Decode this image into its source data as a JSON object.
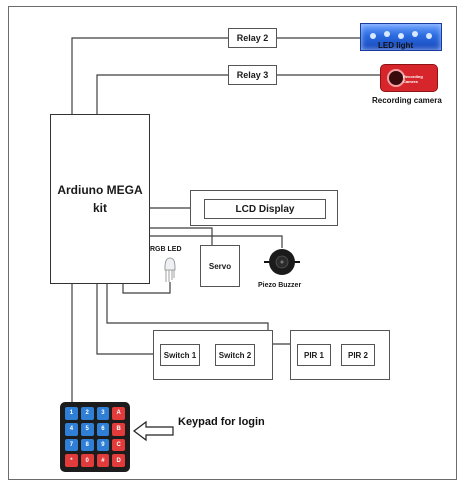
{
  "arduino": {
    "line1": "Ardiuno MEGA",
    "line2": "kit"
  },
  "relay2": {
    "label": "Relay 2"
  },
  "relay3": {
    "label": "Relay 3"
  },
  "led_light": {
    "caption": "LED light"
  },
  "camera": {
    "caption": "Recording camera",
    "badge": "Recording Camera"
  },
  "lcd": {
    "label": "LCD Display"
  },
  "rgb_led": {
    "label": "RGB LED"
  },
  "servo": {
    "label": "Servo"
  },
  "buzzer": {
    "label": "Piezo Buzzer"
  },
  "switches": [
    {
      "label": "Switch 1"
    },
    {
      "label": "Switch 2"
    }
  ],
  "pirs": [
    {
      "label": "PIR 1"
    },
    {
      "label": "PIR 2"
    }
  ],
  "keypad": {
    "label": "Keypad for login",
    "keys": [
      "1",
      "2",
      "3",
      "A",
      "4",
      "5",
      "6",
      "B",
      "7",
      "8",
      "9",
      "C",
      "*",
      "0",
      "#",
      "D"
    ]
  },
  "colors": {
    "key_blue": "#2f7fd6",
    "key_red": "#e23b3b",
    "keypad_body": "#1c1c1c",
    "camera_red": "#d7262b",
    "led_blue": "#2a6be0"
  }
}
